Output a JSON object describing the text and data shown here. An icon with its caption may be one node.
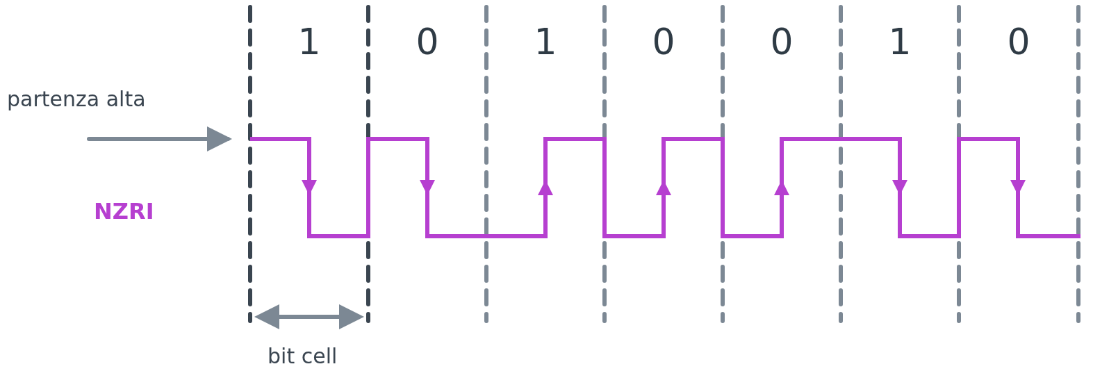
{
  "diagram": {
    "labels": [
      "1",
      "0",
      "1",
      "0",
      "0",
      "1",
      "0",
      "partenza alta",
      "NZRI",
      "bit cell"
    ]
  }
}
